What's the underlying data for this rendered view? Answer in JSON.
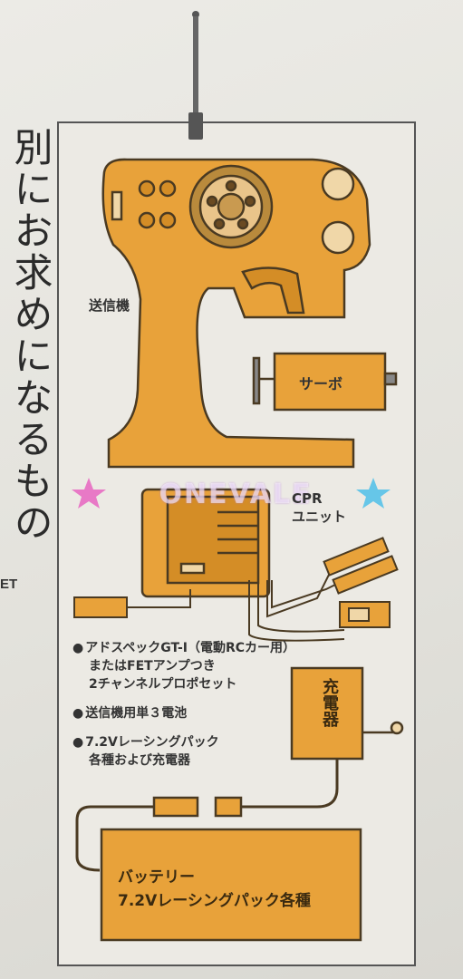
{
  "title": "別にお求めになるもの",
  "edge_text": "ET",
  "labels": {
    "transmitter": "送信機",
    "servo": "サーボ",
    "cpr_line1": "CPR",
    "cpr_line2": "ユニット",
    "charger": "充電器",
    "battery_line1": "バッテリー",
    "battery_line2": "7.2Vレーシングパック各種"
  },
  "list": {
    "item1_line1": "アドスペックGT-I（電動RCカー用）",
    "item1_line2": "またはFETアンプつき",
    "item1_line3": "2チャンネルプロポセット",
    "item2": "送信機用単３電池",
    "item3_line1": "7.2Vレーシングパック",
    "item3_line2": "各種および充電器",
    "bullet": "●"
  },
  "watermark": "ONEVALE",
  "colors": {
    "illustration": "#e8a23a",
    "outline": "#4a3a22",
    "panel": "#eceae4"
  }
}
